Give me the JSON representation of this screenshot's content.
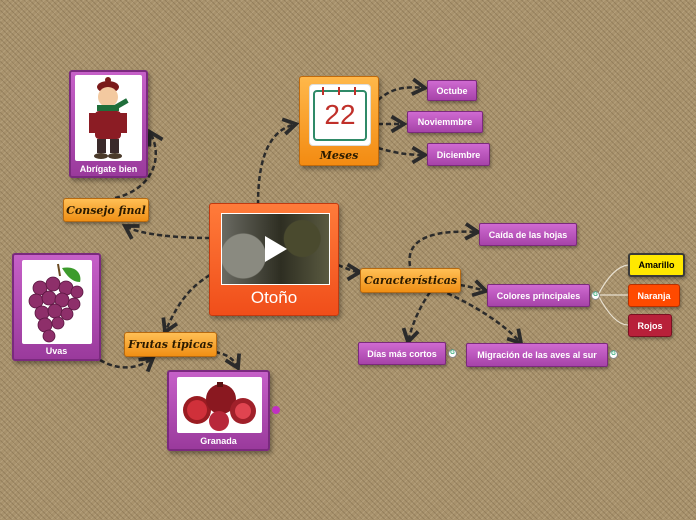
{
  "central": {
    "title": "Otoño"
  },
  "meses": {
    "label": "Meses",
    "calendar_day": "22",
    "items": [
      "Octube",
      "Noviemmbre",
      "Diciembre"
    ]
  },
  "consejo": {
    "label": "Consejo final",
    "card": "Abrígate bien"
  },
  "frutas": {
    "label": "Frutas típicas",
    "uvas": "Uvas",
    "granada": "Granada"
  },
  "caracteristicas": {
    "label": "Características",
    "caida": "Caída de las hojas",
    "colores": "Colores principales",
    "dias": "Días más cortos",
    "migracion": "Migración de las aves al sur",
    "colors": [
      {
        "name": "Amarillo",
        "bg": "#ffe800",
        "fg": "#000000"
      },
      {
        "name": "Naranja",
        "bg": "#ff4a00",
        "fg": "#ffffff"
      },
      {
        "name": "Rojos",
        "bg": "#b8203a",
        "fg": "#ffffff"
      }
    ]
  }
}
